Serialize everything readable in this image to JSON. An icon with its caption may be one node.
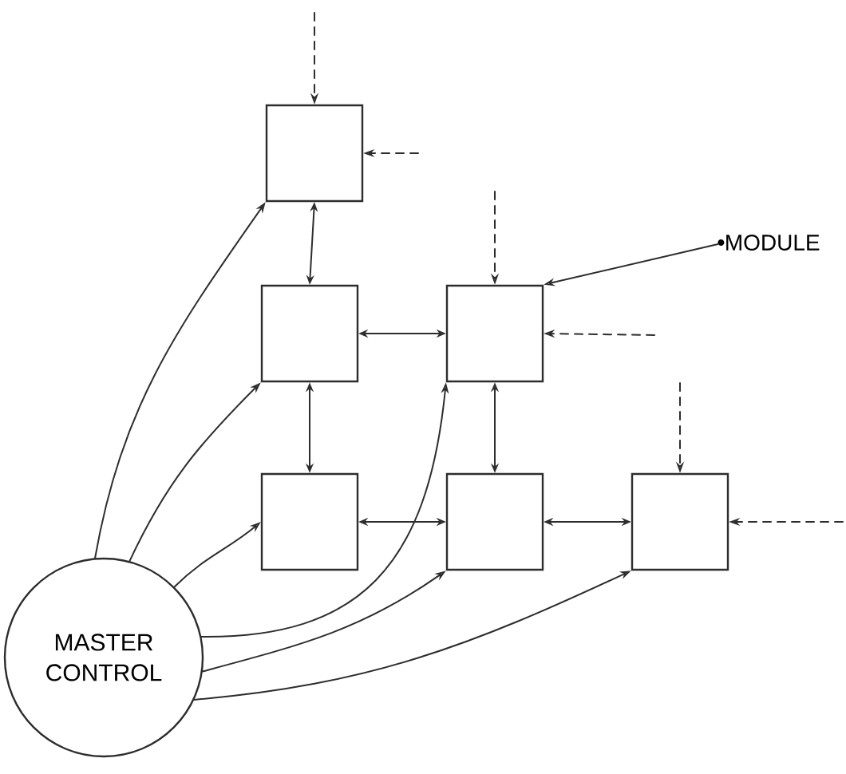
{
  "diagram": {
    "nodes": [
      {
        "text": [
          "MASTER CONTROL"
        ]
      },
      {
        "text": [],
        "shape": "box"
      },
      {
        "text": [],
        "shape": "box"
      },
      {
        "text": [],
        "shape": "box"
      },
      {
        "text": [],
        "shape": "box"
      },
      {
        "text": [],
        "shape": "box"
      },
      {
        "text": [],
        "shape": "box"
      },
      {
        "text": [
          "MODULE"
        ]
      }
    ],
    "edges": [
      {
        "from": 0,
        "to": 1,
        "arrow": "to"
      },
      {
        "from": 0,
        "to": 2,
        "arrow": "to"
      },
      {
        "from": 0,
        "to": 4,
        "arrow": "to"
      },
      {
        "from": 0,
        "to": 3,
        "arrow": "to"
      },
      {
        "from": 0,
        "to": 5,
        "arrow": "to"
      },
      {
        "from": 0,
        "to": 6,
        "arrow": "to"
      },
      {
        "from": 1,
        "to": 2,
        "arrow": "both"
      },
      {
        "from": 2,
        "to": 3,
        "arrow": "both"
      },
      {
        "from": 2,
        "to": 4,
        "arrow": "both"
      },
      {
        "from": 3,
        "to": 5,
        "arrow": "both"
      },
      {
        "from": 4,
        "to": 5,
        "arrow": "both"
      },
      {
        "from": 5,
        "to": 6,
        "arrow": "both"
      },
      {
        "from": null,
        "to": 1,
        "arrow": "to",
        "style": "dashed"
      },
      {
        "from": null,
        "to": 1,
        "arrow": "to",
        "style": "dashed"
      },
      {
        "from": null,
        "to": 3,
        "arrow": "to",
        "style": "dashed"
      },
      {
        "from": null,
        "to": 3,
        "arrow": "to",
        "style": "dashed"
      },
      {
        "from": null,
        "to": 6,
        "arrow": "to",
        "style": "dashed"
      },
      {
        "from": null,
        "to": 6,
        "arrow": "to",
        "style": "dashed"
      },
      {
        "from": 7,
        "to": 3,
        "arrow": "to"
      }
    ]
  }
}
